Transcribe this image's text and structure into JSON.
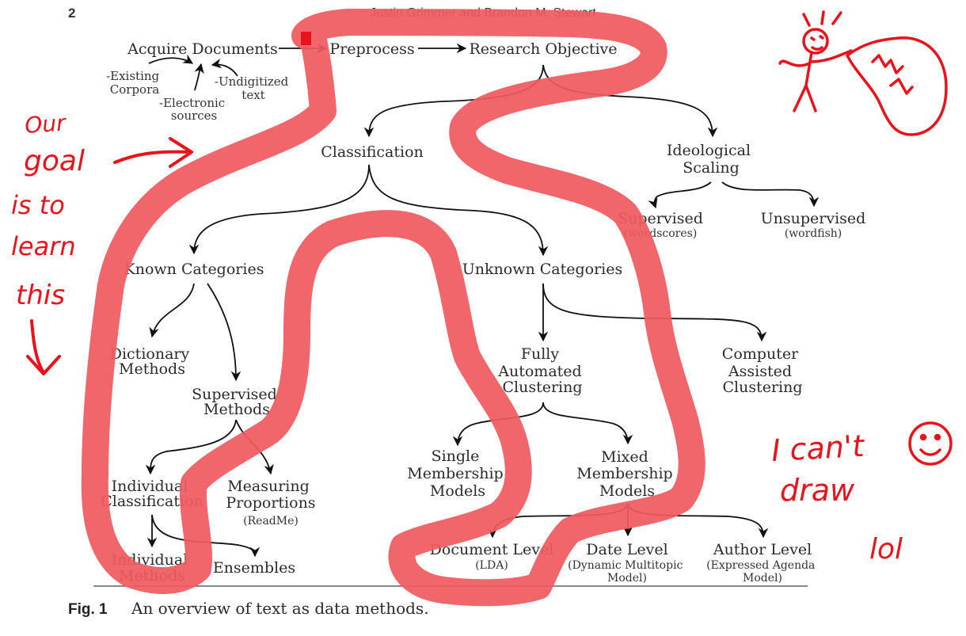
{
  "header": {
    "page_number": "2",
    "authors": "Justin Grimmer and Brandon M. Stewart"
  },
  "nodes": {
    "acquire": "Acquire Documents",
    "preprocess": "Preprocess",
    "objective": "Research Objective",
    "existing": [
      "-Existing",
      "Corpora"
    ],
    "electronic": [
      "-Electronic",
      "sources"
    ],
    "undigitized": [
      "-Undigitized",
      "text"
    ],
    "classification": "Classification",
    "ideological": [
      "Ideological",
      "Scaling"
    ],
    "supervised_scaling": "Supervised",
    "supervised_scaling_sub": "(wordscores)",
    "unsupervised_scaling": "Unsupervised",
    "unsupervised_scaling_sub": "(wordfish)",
    "known": "Known Categories",
    "unknown": "Unknown Categories",
    "dictionary": [
      "Dictionary",
      "Methods"
    ],
    "supervised_methods": [
      "Supervised",
      "Methods"
    ],
    "fully_automated": [
      "Fully",
      "Automated",
      "Clustering"
    ],
    "computer_assisted": [
      "Computer",
      "Assisted",
      "Clustering"
    ],
    "individual_classification": [
      "Individual",
      "Classification"
    ],
    "measuring": [
      "Measuring",
      "Proportions"
    ],
    "measuring_sub": "(ReadMe)",
    "single": [
      "Single",
      "Membership",
      "Models"
    ],
    "mixed": [
      "Mixed",
      "Membership",
      "Models"
    ],
    "individual_methods": [
      "Individual",
      "Methods"
    ],
    "ensembles": "Ensembles",
    "document_level": "Document Level",
    "document_level_sub": "(LDA)",
    "date_level": "Date Level",
    "date_level_sub": [
      "(Dynamic Multitopic",
      "Model)"
    ],
    "author_level": "Author Level",
    "author_level_sub": [
      "(Expressed Agenda",
      "Model)"
    ]
  },
  "caption": {
    "label": "Fig. 1",
    "text": "An overview of text as data methods."
  },
  "annotations": {
    "left_note": [
      "Our",
      "goal",
      "is to",
      "learn",
      "this"
    ],
    "right_note": [
      "I can't",
      "draw",
      "lol"
    ]
  },
  "colors": {
    "highlight": "#f05a60",
    "ink": "#e8141b"
  }
}
